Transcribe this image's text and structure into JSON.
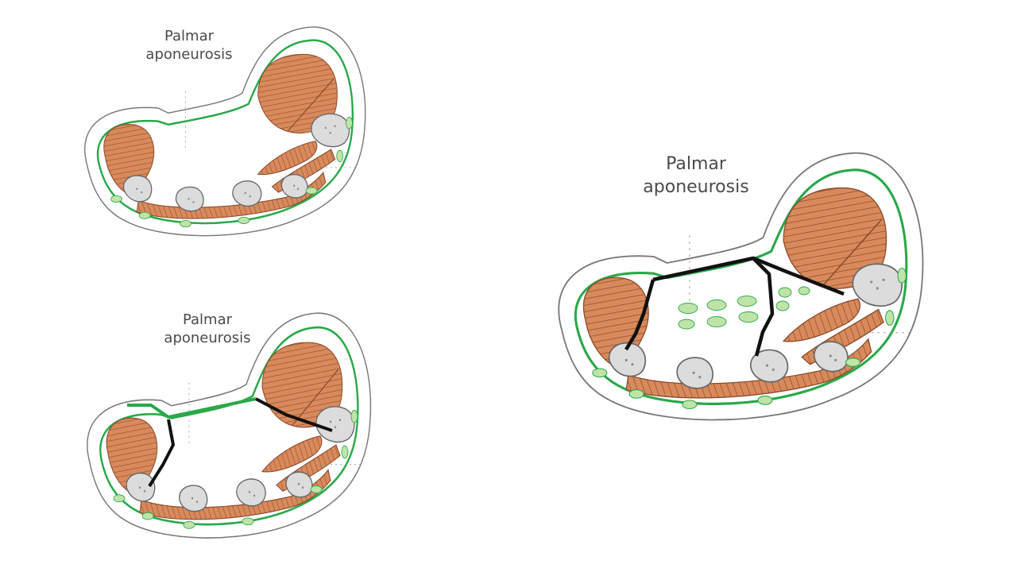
{
  "figure": {
    "panels": [
      {
        "id": "top-left",
        "label_line1": "Palmar",
        "label_line2": "aponeurosis",
        "boundary_lines": "none",
        "inner_green_ovals": false
      },
      {
        "id": "bottom-left",
        "label_line1": "Palmar",
        "label_line2": "aponeurosis",
        "boundary_lines": "green-and-black",
        "inner_green_ovals": false
      },
      {
        "id": "right",
        "label_line1": "Palmar",
        "label_line2": "aponeurosis",
        "boundary_lines": "black",
        "inner_green_ovals": true
      }
    ],
    "colors": {
      "skin_outline": "#777777",
      "fascia_green": "#2aa84a",
      "muscle_fill": "#d98a5c",
      "muscle_stroke": "#8a4a2a",
      "bone_fill": "#dcdcdc",
      "bone_stroke": "#666666",
      "nerve_green": "#bfe3a8",
      "boundary_black": "#111111"
    }
  }
}
